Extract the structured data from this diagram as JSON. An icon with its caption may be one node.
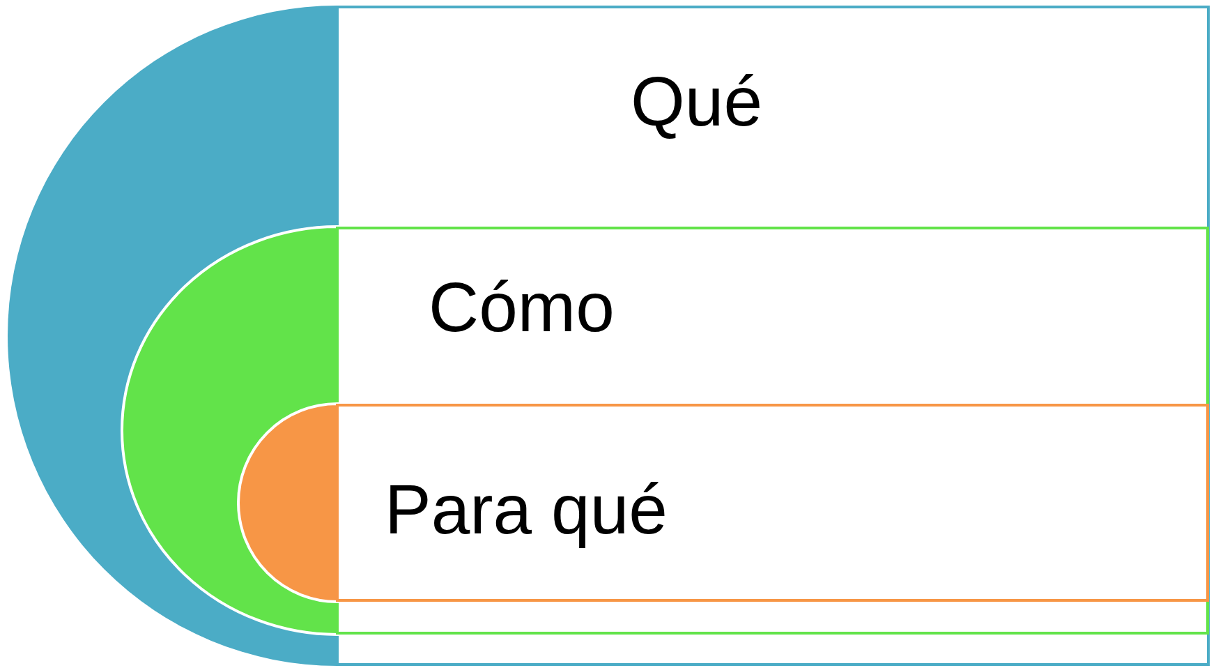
{
  "diagram": {
    "nodes": [
      {
        "text": [
          "Qué"
        ]
      },
      {
        "text": [
          "Cómo"
        ],
        "in": 0
      },
      {
        "text": [
          "Para qué"
        ],
        "in": 1
      }
    ]
  }
}
